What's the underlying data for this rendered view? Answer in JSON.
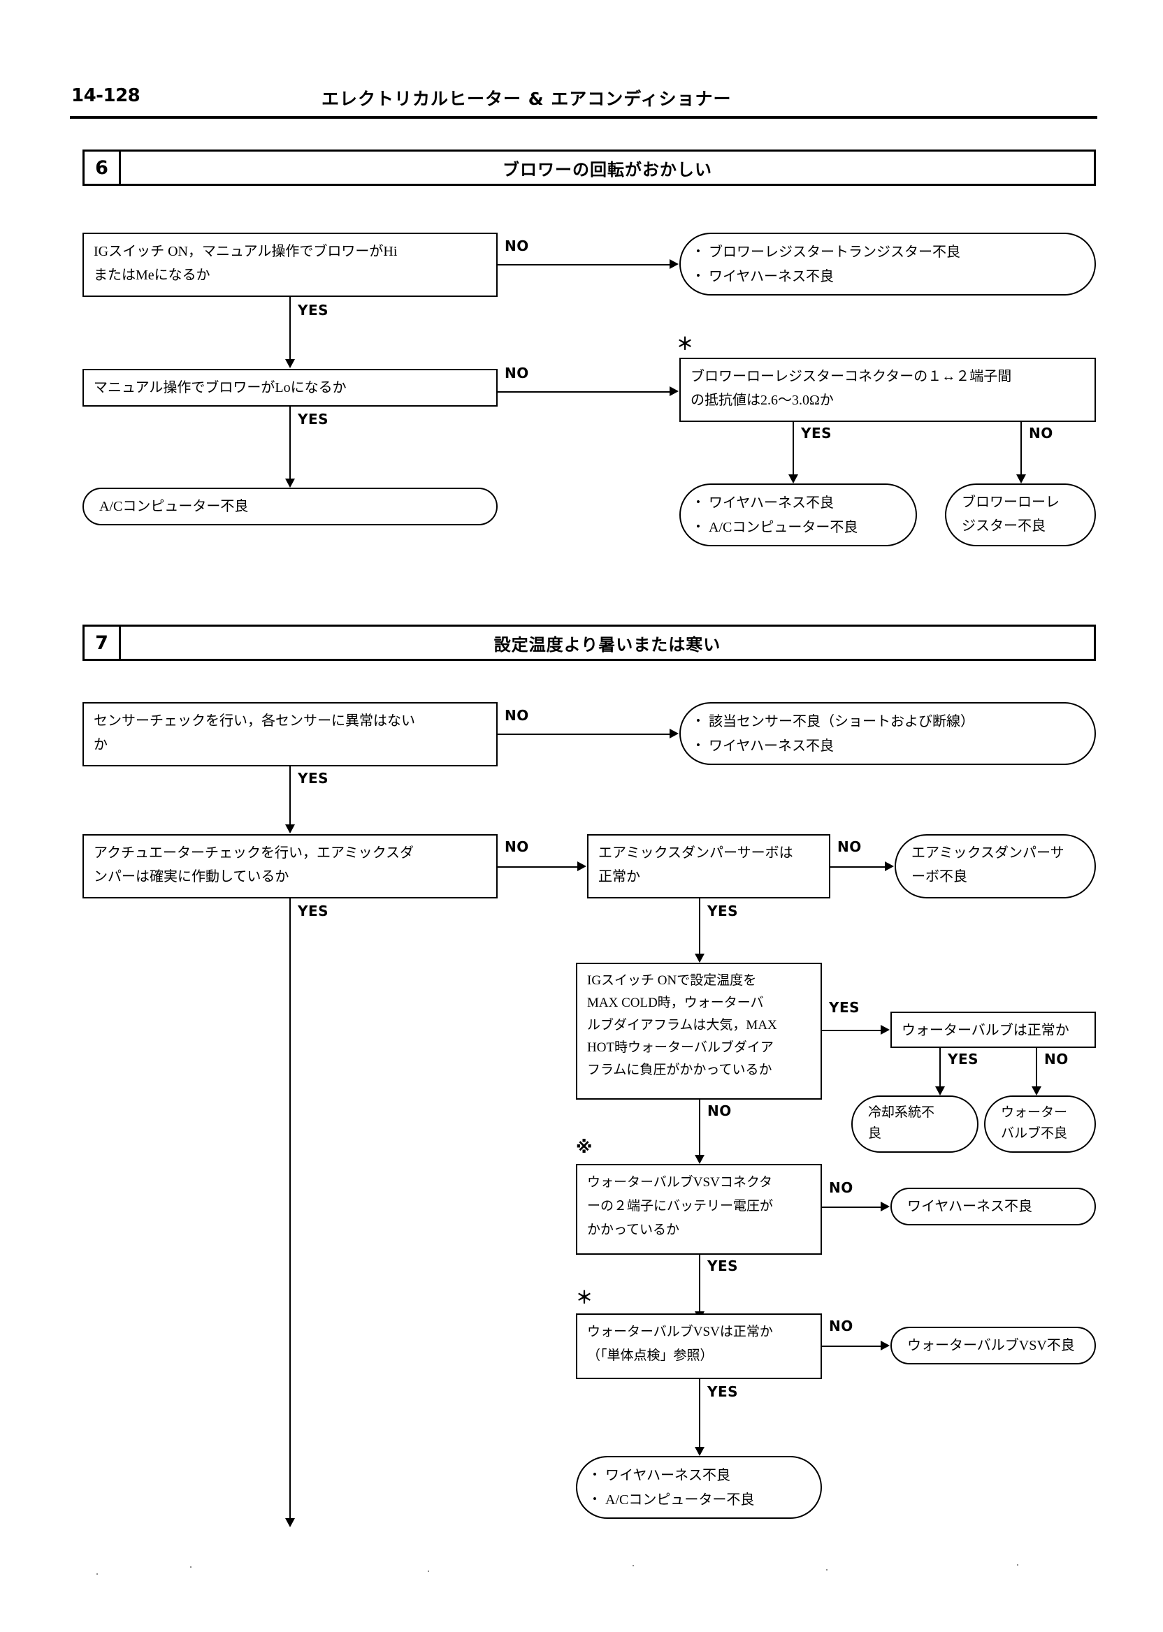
{
  "page": {
    "number": "14-128",
    "header_title": "エレクトリカルヒーター  &  エアコンディショナー"
  },
  "sections": [
    {
      "number": "6",
      "title": "ブロワーの回転がおかしい",
      "nodes": {
        "q1": {
          "line1": "IGスイッチ   ON，マニュアル操作でブロワーがHi",
          "line2": "またはMeになるか"
        },
        "r1": {
          "line1": "ブロワーレジスタートランジスター不良",
          "line2": "ワイヤハーネス不良"
        },
        "q2": {
          "line1": "マニュアル操作でブロワーがLoになるか"
        },
        "q3": {
          "marker": "＊",
          "line1": "ブロワーローレジスターコネクターの１↔２端子間",
          "line2": "の抵抗値は2.6〜3.0Ωか"
        },
        "r2": {
          "line1": "A/Cコンピューター不良"
        },
        "r3": {
          "line1": "ワイヤハーネス不良",
          "line2": "A/Cコンピューター不良"
        },
        "r4": {
          "line1": "ブロワーローレ",
          "line2": "ジスター不良"
        }
      },
      "edges": {
        "yes": "YES",
        "no": "NO"
      }
    },
    {
      "number": "7",
      "title": "設定温度より暑いまたは寒い",
      "nodes": {
        "q1": {
          "line1": "センサーチェックを行い，各センサーに異常はない",
          "line2": "か"
        },
        "r1": {
          "line1": "該当センサー不良（ショートおよび断線）",
          "line2": "ワイヤハーネス不良"
        },
        "q2": {
          "line1": "アクチュエーターチェックを行い，エアミックスダ",
          "line2": "ンパーは確実に作動しているか"
        },
        "q3": {
          "line1": "エアミックスダンパーサーボは",
          "line2": "正常か"
        },
        "r2": {
          "line1": "エアミックスダンパーサ",
          "line2": "ーボ不良"
        },
        "q4": {
          "line1": "IGスイッチ   ONで設定温度を",
          "line2": "MAX  COLD時，ウォーターバ",
          "line3": "ルブダイアフラムは大気，MAX",
          "line4": "HOT時ウォーターバルブダイア",
          "line5": "フラムに負圧がかかっているか"
        },
        "q5": {
          "line1": "ウォーターバルブは正常か"
        },
        "r3": {
          "line1": "冷却系統不",
          "line2": "良"
        },
        "r4": {
          "line1": "ウォーター",
          "line2": "バルブ不良"
        },
        "q6": {
          "marker": "※",
          "line1": "ウォーターバルブVSVコネクタ",
          "line2": "ーの２端子にバッテリー電圧が",
          "line3": "かかっているか"
        },
        "r5": {
          "line1": "ワイヤハーネス不良"
        },
        "q7": {
          "marker": "＊",
          "line1": "ウォーターバルブVSVは正常か",
          "line2": "（「単体点検」参照）"
        },
        "r6": {
          "line1": "ウォーターバルブVSV不良"
        },
        "r7": {
          "line1": "ワイヤハーネス不良",
          "line2": "A/Cコンピューター不良"
        }
      },
      "edges": {
        "yes": "YES",
        "no": "NO"
      }
    }
  ]
}
